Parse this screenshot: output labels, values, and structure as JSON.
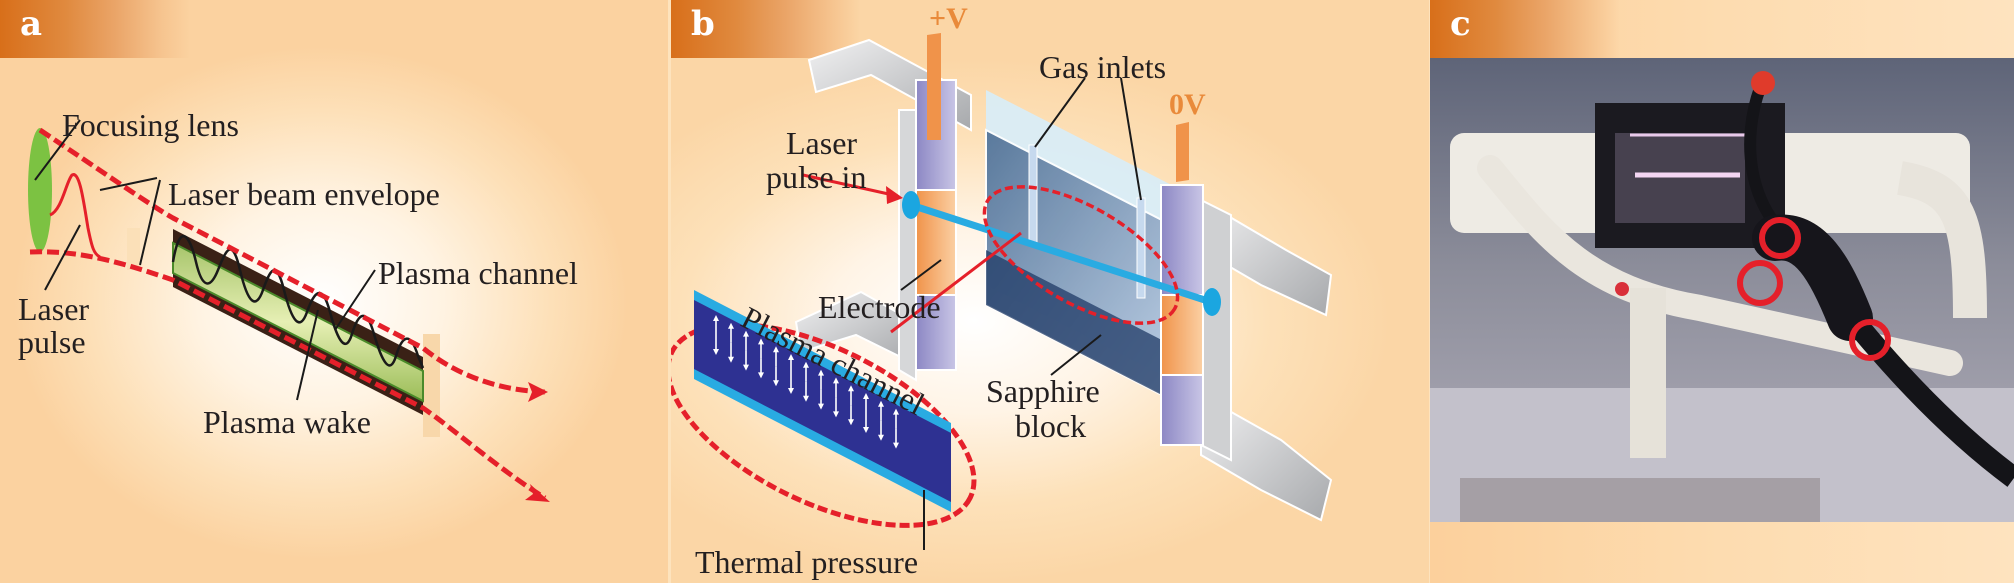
{
  "figure": {
    "panels": [
      {
        "letter": "a",
        "labels": {
          "focusing_lens": "Focusing lens",
          "laser_beam_envelope": "Laser beam envelope",
          "plasma_channel": "Plasma channel",
          "laser_pulse_line1": "Laser",
          "laser_pulse_line2": "pulse",
          "plasma_wake": "Plasma wake"
        }
      },
      {
        "letter": "b",
        "labels": {
          "plus_v": "+V",
          "zero_v": "0V",
          "gas_inlets": "Gas inlets",
          "laser_pulse_in_line1": "Laser",
          "laser_pulse_in_line2": "pulse in",
          "electrode": "Electrode",
          "sapphire_block_line1": "Sapphire",
          "sapphire_block_line2": "block",
          "plasma_channel": "Plasma channel",
          "thermal_pressure": "Thermal pressure"
        }
      },
      {
        "letter": "c",
        "photo_description": "Photograph of capillary discharge waveguide with black tubes and red fittings mounted on white holder"
      }
    ],
    "colors": {
      "tab_orange": "#d86f1a",
      "laser_red": "#e5202a",
      "lens_green": "#7cc242",
      "channel_dark": "#3a2116",
      "channel_inset_blue": "#2e3192",
      "channel_inset_edge": "#29abe2",
      "voltage_orange": "#e98a3a"
    }
  }
}
